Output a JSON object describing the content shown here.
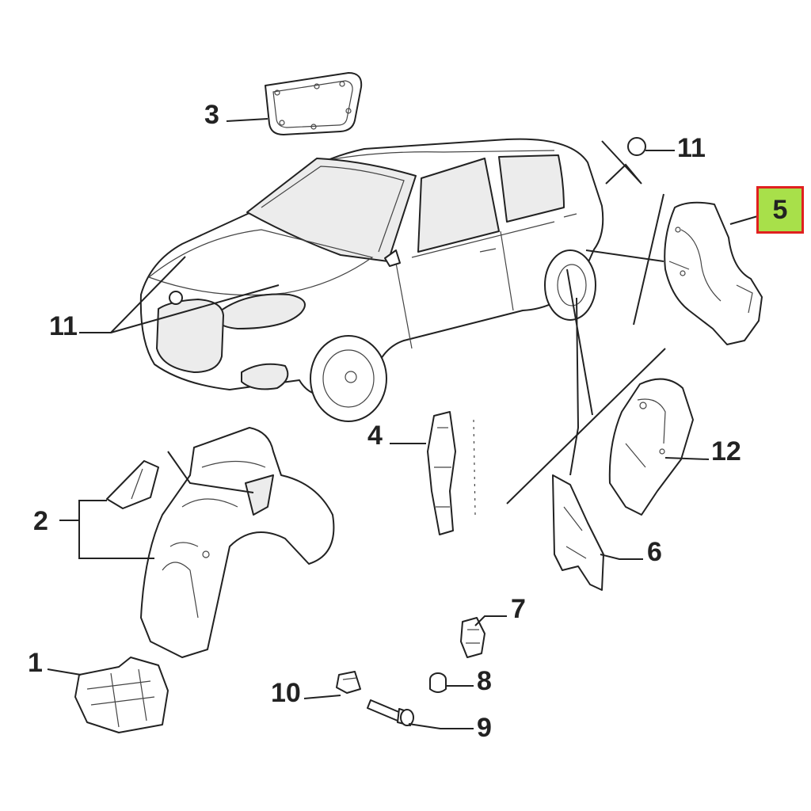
{
  "callouts": {
    "c1": "1",
    "c2": "2",
    "c3": "3",
    "c4": "4",
    "c5": "5",
    "c6": "6",
    "c7": "7",
    "c8": "8",
    "c9": "9",
    "c10": "10",
    "c11_top": "11",
    "c11_left": "11",
    "c12": "12"
  },
  "highlight": {
    "fill_color": "#a8e04a",
    "border_color": "#e02020"
  }
}
